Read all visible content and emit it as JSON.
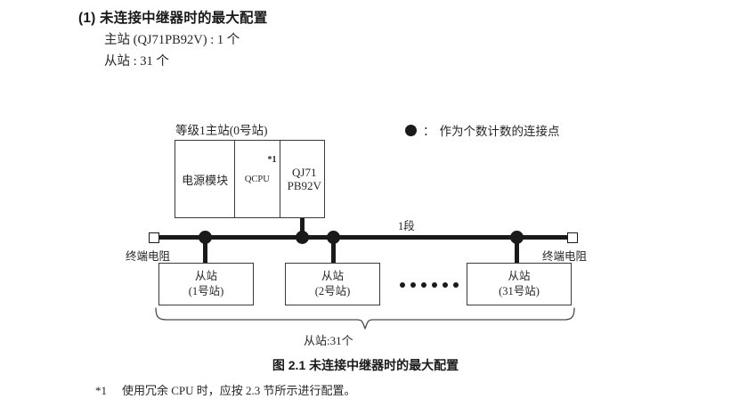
{
  "heading": {
    "title": "(1) 未连接中继器时的最大配置",
    "line_master": "主站 (QJ71PB92V) : 1 个",
    "line_slave": "从站 : 31 个"
  },
  "legend": {
    "marker": "filled-circle",
    "colon": "：",
    "text": "作为个数计数的连接点"
  },
  "diagram": {
    "master_label": "等级1主站(0号站)",
    "master_module": {
      "power_cell": "电源模块",
      "cpu_cell": "QCPU",
      "cpu_footnote_mark": "*1",
      "network_cell_line1": "QJ71",
      "network_cell_line2": "PB92V"
    },
    "segment_label": "1段",
    "terminator_left_label": "终端电阻",
    "terminator_right_label": "终端电阻",
    "slaves": [
      {
        "name": "从站",
        "station": "(1号站)"
      },
      {
        "name": "从站",
        "station": "(2号站)"
      },
      {
        "name": "从站",
        "station": "(31号站)"
      }
    ],
    "ellipsis_dot_count": 6,
    "brace_label": "从站:31个"
  },
  "figure_caption": "图 2.1  未连接中继器时的最大配置",
  "footnote": {
    "mark": "*1",
    "text": "使用冗余 CPU 时，应按 2.3 节所示进行配置。"
  },
  "colors": {
    "ink": "#231f20",
    "line": "#1a1a1a",
    "box_border": "#3a3a3a",
    "background": "#ffffff"
  }
}
